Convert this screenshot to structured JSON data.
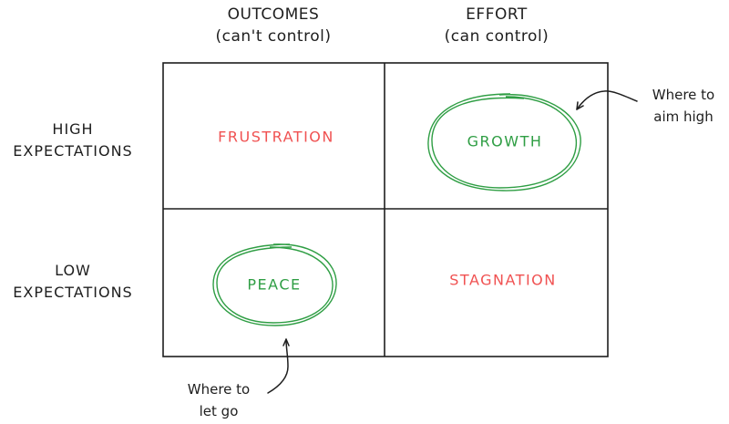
{
  "diagram": {
    "type": "2x2-matrix",
    "columns": [
      {
        "title": "OUTCOMES",
        "subtitle": "(can't control)"
      },
      {
        "title": "EFFORT",
        "subtitle": "(can control)"
      }
    ],
    "rows": [
      {
        "line1": "HIGH",
        "line2": "EXPECTATIONS"
      },
      {
        "line1": "LOW",
        "line2": "EXPECTATIONS"
      }
    ],
    "cells": [
      {
        "row": 0,
        "col": 0,
        "label": "FRUSTRATION",
        "color": "#f05252",
        "circled": false
      },
      {
        "row": 0,
        "col": 1,
        "label": "GROWTH",
        "color": "#2f9e44",
        "circled": true
      },
      {
        "row": 1,
        "col": 0,
        "label": "PEACE",
        "color": "#2f9e44",
        "circled": true
      },
      {
        "row": 1,
        "col": 1,
        "label": "STAGNATION",
        "color": "#f05252",
        "circled": false
      }
    ],
    "annotations": [
      {
        "id": "aim-high",
        "line1": "Where to",
        "line2": "aim high",
        "points_to": "GROWTH"
      },
      {
        "id": "let-go",
        "line1": "Where to",
        "line2": "let go",
        "points_to": "PEACE"
      }
    ],
    "colors": {
      "stroke": "#1e1e1e",
      "positive": "#2f9e44",
      "negative": "#f05252",
      "background": "#ffffff"
    }
  }
}
